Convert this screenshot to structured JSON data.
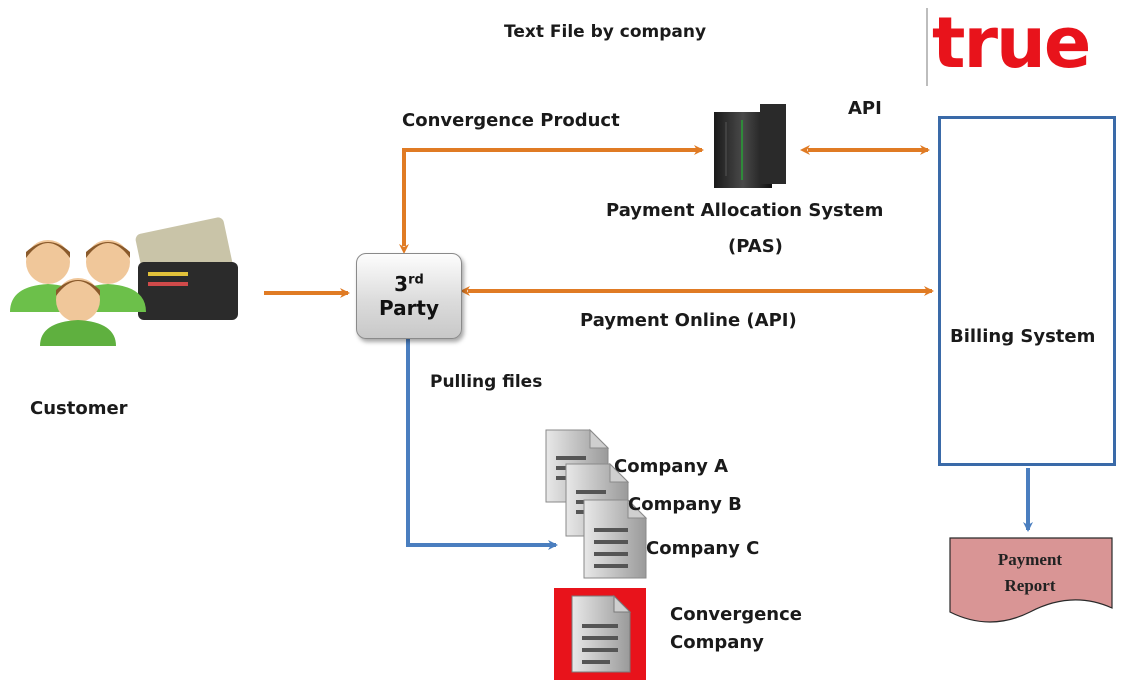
{
  "header": {
    "title": "Text File by company"
  },
  "logo": {
    "text": "true",
    "color": "#e8131b"
  },
  "nodes": {
    "customer": "Customer",
    "third_party_number": "3",
    "third_party_suffix": "rd",
    "third_party_word": "Party",
    "pas_name": "Payment Allocation System",
    "pas_abbr": "(PAS)",
    "billing": "Billing System",
    "report_line1": "Payment",
    "report_line2": "Report"
  },
  "edges": {
    "convergence_product": "Convergence Product",
    "api": "API",
    "payment_online": "Payment Online (API)",
    "pulling_files": "Pulling files"
  },
  "files": {
    "company_a": "Company A",
    "company_b": "Company B",
    "company_c": "Company C",
    "convergence_line1": "Convergence",
    "convergence_line2": "Company"
  },
  "colors": {
    "orange_arrow": "#e07b24",
    "blue_arrow": "#4a7ebf",
    "billing_border": "#3a6aa8",
    "report_fill": "#d99595",
    "convergence_file": "#e8131b"
  }
}
